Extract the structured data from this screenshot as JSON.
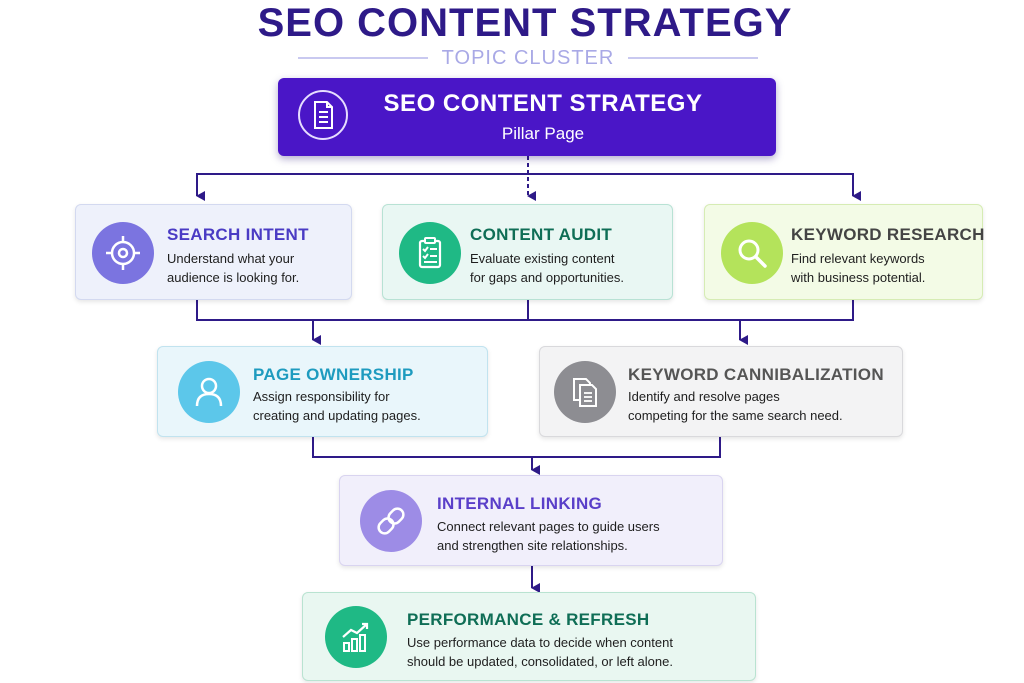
{
  "header": {
    "title": "SEO CONTENT STRATEGY",
    "subtitle": "TOPIC CLUSTER"
  },
  "pillar": {
    "title": "SEO CONTENT STRATEGY",
    "subtitle": "Pillar Page",
    "icon": "document-icon",
    "color": "#4a16c7"
  },
  "cards": {
    "search_intent": {
      "title": "SEARCH INTENT",
      "line1": "Understand what your",
      "line2": "audience is looking for.",
      "icon": "target-icon",
      "accent": "#4a3bc4"
    },
    "content_audit": {
      "title": "CONTENT AUDIT",
      "line1": "Evaluate existing content",
      "line2": "for gaps and opportunities.",
      "icon": "checklist-icon",
      "accent": "#0f6e56"
    },
    "keyword_research": {
      "title": "KEYWORD RESEARCH",
      "line1": "Find relevant keywords",
      "line2": "with business potential.",
      "icon": "search-icon",
      "accent": "#444444"
    },
    "page_ownership": {
      "title": "PAGE OWNERSHIP",
      "line1": "Assign responsibility for",
      "line2": "creating and updating pages.",
      "icon": "user-icon",
      "accent": "#1e9bbf"
    },
    "keyword_cannibalization": {
      "title": "KEYWORD CANNIBALIZATION",
      "line1": "Identify and resolve pages",
      "line2": "competing for the same search need.",
      "icon": "duplicate-documents-icon",
      "accent": "#555555"
    },
    "internal_linking": {
      "title": "INTERNAL LINKING",
      "line1": "Connect relevant pages to guide users",
      "line2": "and strengthen site relationships.",
      "icon": "link-icon",
      "accent": "#5a3fc9"
    },
    "performance_refresh": {
      "title": "PERFORMANCE & REFRESH",
      "line1": "Use performance data to decide when content",
      "line2": "should be updated, consolidated, or left alone.",
      "icon": "growth-chart-icon",
      "accent": "#0f6e56"
    }
  }
}
